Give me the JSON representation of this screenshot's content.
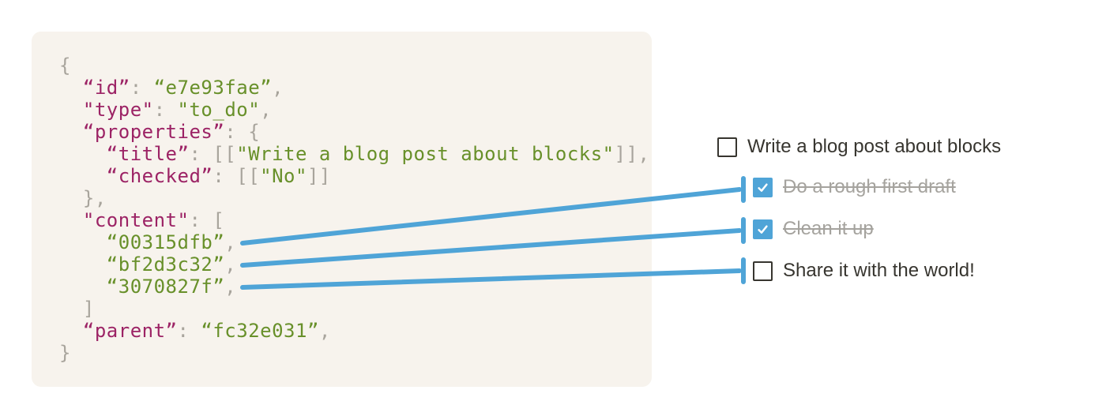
{
  "page": {
    "background": "#ffffff",
    "accent_blue": "#4fa4d7"
  },
  "code_panel": {
    "background": "#f7f3ed",
    "token_colors": {
      "k": "#9c2365",
      "s": "#68902a",
      "p": "#a8a49c"
    },
    "lines": [
      [
        [
          "p",
          "{"
        ]
      ],
      [
        [
          "p",
          "  "
        ],
        [
          "k",
          "“id”"
        ],
        [
          "p",
          ": "
        ],
        [
          "s",
          "“e7e93fae”"
        ],
        [
          "p",
          ","
        ]
      ],
      [
        [
          "p",
          "  "
        ],
        [
          "k",
          "\"type\""
        ],
        [
          "p",
          ": "
        ],
        [
          "s",
          "\"to_do\""
        ],
        [
          "p",
          ","
        ]
      ],
      [
        [
          "p",
          "  "
        ],
        [
          "k",
          "“properties”"
        ],
        [
          "p",
          ": {"
        ]
      ],
      [
        [
          "p",
          "    "
        ],
        [
          "k",
          "“title”"
        ],
        [
          "p",
          ": [["
        ],
        [
          "s",
          "\"Write a blog post about blocks\""
        ],
        [
          "p",
          "]],"
        ]
      ],
      [
        [
          "p",
          "    "
        ],
        [
          "k",
          "“checked”"
        ],
        [
          "p",
          ": [["
        ],
        [
          "s",
          "\"No\""
        ],
        [
          "p",
          "]]"
        ]
      ],
      [
        [
          "p",
          "  },"
        ]
      ],
      [
        [
          "p",
          "  "
        ],
        [
          "k",
          "\"content\""
        ],
        [
          "p",
          ": ["
        ]
      ],
      [
        [
          "p",
          "    "
        ],
        [
          "s",
          "“00315dfb”"
        ],
        [
          "p",
          ","
        ]
      ],
      [
        [
          "p",
          "    "
        ],
        [
          "s",
          "“bf2d3c32”"
        ],
        [
          "p",
          ","
        ]
      ],
      [
        [
          "p",
          "    "
        ],
        [
          "s",
          "“3070827f”"
        ],
        [
          "p",
          ","
        ]
      ],
      [
        [
          "p",
          "  ]"
        ]
      ],
      [
        [
          "p",
          "  "
        ],
        [
          "k",
          "“parent”"
        ],
        [
          "p",
          ": "
        ],
        [
          "s",
          "“fc32e031”"
        ],
        [
          "p",
          ","
        ]
      ],
      [
        [
          "p",
          "}"
        ]
      ]
    ]
  },
  "todo_list": {
    "text_color": "#37352f",
    "done_color": "#a5a39e",
    "checkbox_checked_color": "#4fa4d7",
    "items": [
      {
        "label": "Write a blog post about blocks",
        "checked": false
      },
      {
        "label": "Do a rough first draft",
        "checked": true
      },
      {
        "label": "Clean it up",
        "checked": true
      },
      {
        "label": "Share it with the world!",
        "checked": false
      }
    ]
  },
  "connectors": [
    {
      "from_id": "00315dfb",
      "to_label": "Do a rough first draft"
    },
    {
      "from_id": "bf2d3c32",
      "to_label": "Clean it up"
    },
    {
      "from_id": "3070827f",
      "to_label": "Share it with the world!"
    }
  ]
}
